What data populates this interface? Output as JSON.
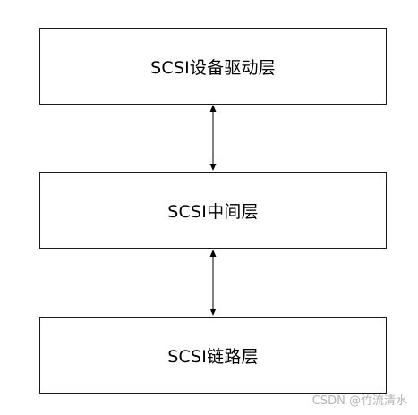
{
  "diagram": {
    "layers": [
      {
        "label": "SCSI设备驱动层"
      },
      {
        "label": "SCSI中间层"
      },
      {
        "label": "SCSI链路层"
      }
    ],
    "connectors": [
      {
        "from": "SCSI设备驱动层",
        "to": "SCSI中间层",
        "direction": "bidirectional"
      },
      {
        "from": "SCSI中间层",
        "to": "SCSI链路层",
        "direction": "bidirectional"
      }
    ],
    "stroke_color": "#000000"
  },
  "watermark": "CSDN @竹流清水"
}
